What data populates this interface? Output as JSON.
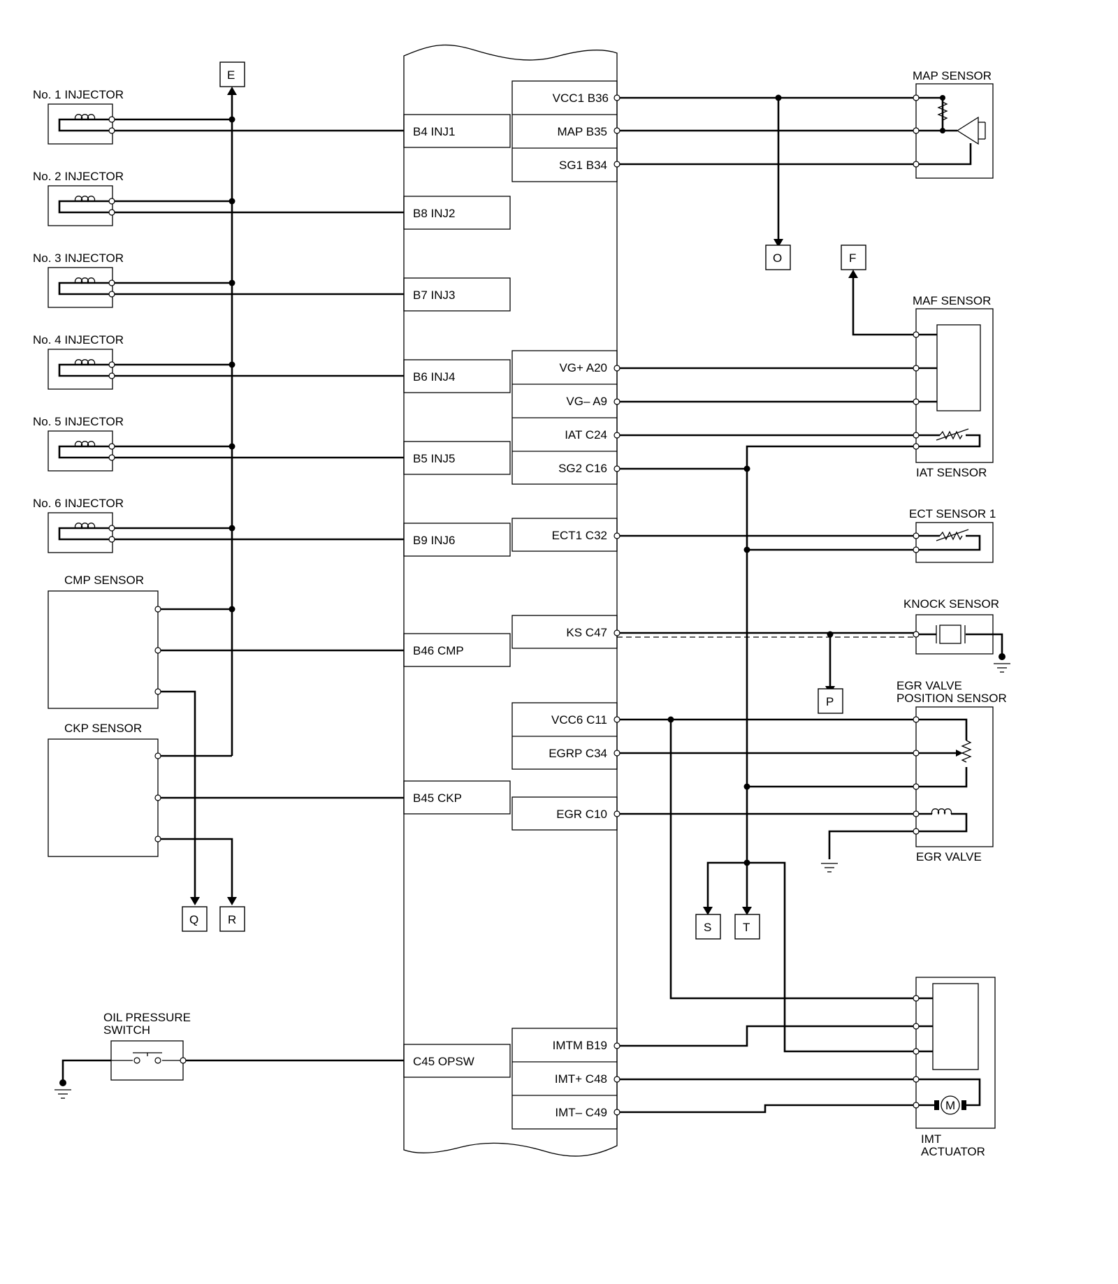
{
  "ecm_pins_left": [
    {
      "id": "inj1",
      "label": "B4 INJ1"
    },
    {
      "id": "inj2",
      "label": "B8 INJ2"
    },
    {
      "id": "inj3",
      "label": "B7 INJ3"
    },
    {
      "id": "inj4",
      "label": "B6 INJ4"
    },
    {
      "id": "inj5",
      "label": "B5 INJ5"
    },
    {
      "id": "inj6",
      "label": "B9 INJ6"
    },
    {
      "id": "cmp",
      "label": "B46 CMP"
    },
    {
      "id": "ckp",
      "label": "B45 CKP"
    },
    {
      "id": "opsw",
      "label": "C45 OPSW"
    }
  ],
  "ecm_pins_right": [
    {
      "id": "vcc1",
      "label": "VCC1 B36"
    },
    {
      "id": "map",
      "label": "MAP B35"
    },
    {
      "id": "sg1",
      "label": "SG1 B34"
    },
    {
      "id": "vgp",
      "label": "VG+ A20"
    },
    {
      "id": "vgm",
      "label": "VG– A9"
    },
    {
      "id": "iat",
      "label": "IAT C24"
    },
    {
      "id": "sg2",
      "label": "SG2 C16"
    },
    {
      "id": "ect1",
      "label": "ECT1 C32"
    },
    {
      "id": "ks",
      "label": "KS C47"
    },
    {
      "id": "vcc6",
      "label": "VCC6 C11"
    },
    {
      "id": "egrp",
      "label": "EGRP C34"
    },
    {
      "id": "egr",
      "label": "EGR C10"
    },
    {
      "id": "imtm",
      "label": "IMTM B19"
    },
    {
      "id": "imtp",
      "label": "IMT+ C48"
    },
    {
      "id": "imtn",
      "label": "IMT– C49"
    }
  ],
  "components": {
    "injector1": "No. 1 INJECTOR",
    "injector2": "No. 2 INJECTOR",
    "injector3": "No. 3 INJECTOR",
    "injector4": "No. 4 INJECTOR",
    "injector5": "No. 5 INJECTOR",
    "injector6": "No. 6 INJECTOR",
    "cmp_sensor": "CMP SENSOR",
    "ckp_sensor": "CKP SENSOR",
    "oil_switch_line1": "OIL PRESSURE",
    "oil_switch_line2": "SWITCH",
    "map_sensor": "MAP SENSOR",
    "maf_sensor": "MAF SENSOR",
    "iat_sensor": "IAT SENSOR",
    "ect_sensor": "ECT SENSOR 1",
    "knock_sensor": "KNOCK SENSOR",
    "egr_pos_line1": "EGR VALVE",
    "egr_pos_line2": "POSITION SENSOR",
    "egr_valve": "EGR VALVE",
    "imt_line1": "IMT",
    "imt_line2": "ACTUATOR",
    "motor_symbol": "M"
  },
  "connectors": {
    "E": "E",
    "O": "O",
    "F": "F",
    "P": "P",
    "Q": "Q",
    "R": "R",
    "S": "S",
    "T": "T"
  }
}
